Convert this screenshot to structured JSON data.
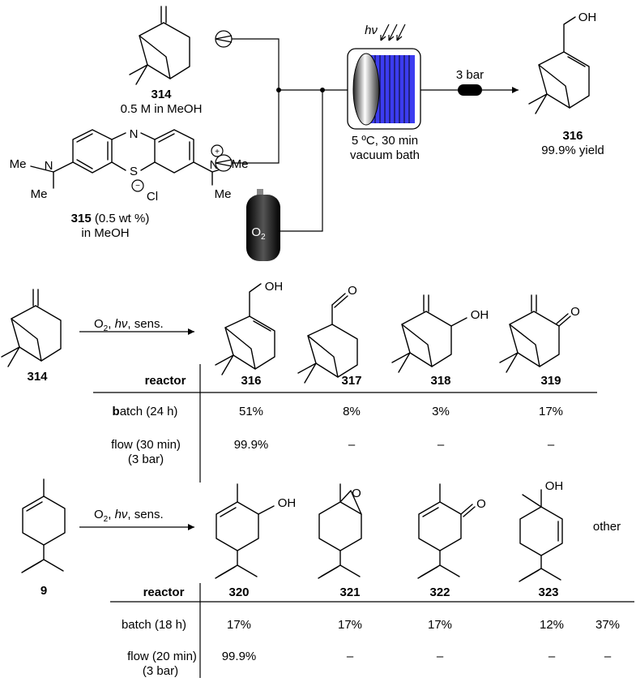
{
  "flow_scheme": {
    "reagent_314": {
      "label": "314",
      "conc": "0.5 M in MeOH"
    },
    "reagent_315": {
      "label": "315",
      "amount": " (0.5 wt %)",
      "solvent": "in MeOH",
      "atoms": {
        "n_ring": "N",
        "s_ring": "S",
        "me": "Me",
        "n": "N",
        "plus": "+",
        "minus": "−",
        "cl": "Cl"
      }
    },
    "gas": {
      "o": "O",
      "sub": "2"
    },
    "light": "hν",
    "reactor_conditions": [
      "5 ºC, 30 min",
      "vacuum bath"
    ],
    "pressure": "3 bar",
    "product_316": {
      "label": "316",
      "yield": "99.9% yield",
      "oh": "OH"
    },
    "colors": {
      "coil": "#3c3cf0",
      "cylinder": "#111111",
      "inlet": "#ffffff"
    }
  },
  "reaction_1": {
    "substrate": "314",
    "arrow": {
      "o": "O",
      "sub": "2",
      "comma": ", ",
      "hv": "hν",
      "rest": ", sens."
    },
    "atoms": {
      "oh": "OH",
      "o": "O"
    },
    "columns": [
      "reactor",
      "316",
      "317",
      "318",
      "319"
    ],
    "rows": [
      {
        "label_bold": "b",
        "label_rest": "atch (24 h)",
        "values": [
          "51%",
          "8%",
          "3%",
          "17%"
        ]
      },
      {
        "label_lines": [
          "flow (30 min)",
          "(3 bar)"
        ],
        "values": [
          "99.9%",
          "–",
          "–",
          "–"
        ]
      }
    ]
  },
  "reaction_2": {
    "substrate": "9",
    "arrow": {
      "o": "O",
      "sub": "2",
      "comma": ", ",
      "hv": "hν",
      "rest": ", sens."
    },
    "atoms": {
      "oh": "OH",
      "o": "O"
    },
    "other": "other",
    "columns": [
      "reactor",
      "320",
      "321",
      "322",
      "323"
    ],
    "rows": [
      {
        "label": "batch (18 h)",
        "values": [
          "17%",
          "17%",
          "17%",
          "12%",
          "37%"
        ]
      },
      {
        "label_lines": [
          "flow (20 min)",
          "(3 bar)"
        ],
        "values": [
          "99.9%",
          "–",
          "–",
          "–",
          "–"
        ]
      }
    ]
  }
}
